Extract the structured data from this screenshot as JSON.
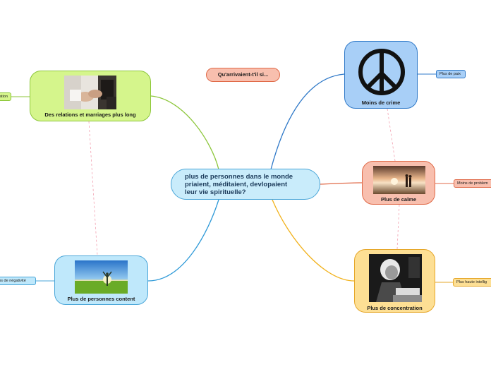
{
  "central": {
    "line1": "plus de personnes dans le monde",
    "line2": "priaient, méditaient, devlopaient",
    "line3": "leur vie spirituelle?"
  },
  "floating": {
    "label": "Qu'arrivaient-t'il si..."
  },
  "branches": {
    "relations": {
      "label": "Des relations et marriages plus long",
      "sub": "ation"
    },
    "content": {
      "label": "Plus de personnes content",
      "sub": "ins de négativité"
    },
    "crime": {
      "label": "Moins de crime",
      "sub": "Plus de paix"
    },
    "calme": {
      "label": "Plus de calme",
      "sub": "Moins de problem"
    },
    "concentration": {
      "label": "Plus de concentration",
      "sub": "Plus haute intellig"
    }
  },
  "colors": {
    "green": "#8cc63a",
    "blue": "#4aa6d8",
    "darkblue": "#2f79c8",
    "red": "#e06a48",
    "orange": "#e6a72a",
    "dashed": "#f2a0b0"
  },
  "icons": {
    "relations_pic": "wedding-hands-photo",
    "content_pic": "person-arms-raised-field-photo",
    "crime_pic": "peace-symbol-icon",
    "calme_pic": "couple-sunset-photo",
    "concentration_pic": "reading-person-photo"
  }
}
